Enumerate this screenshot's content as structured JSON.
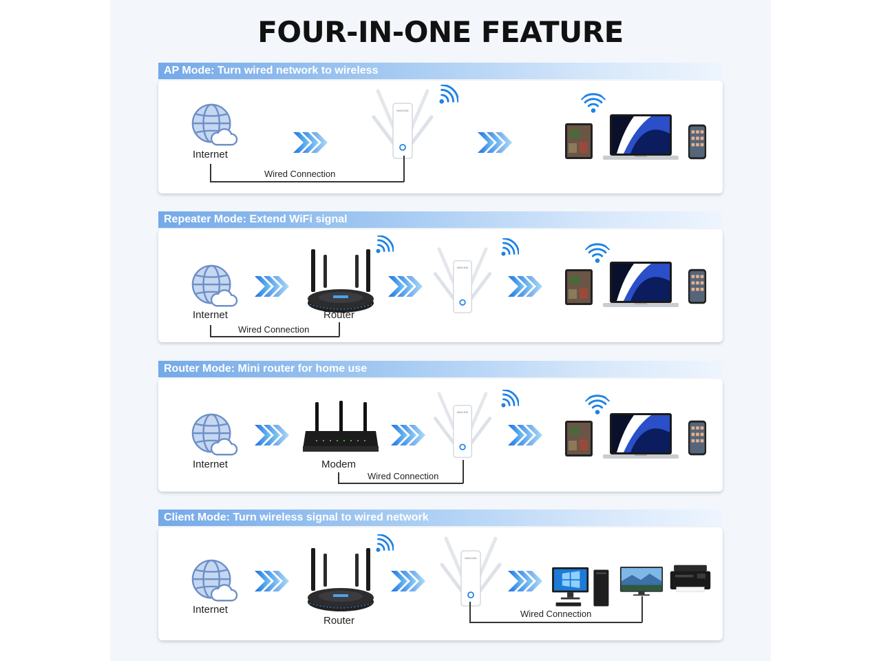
{
  "title": "FOUR-IN-ONE FEATURE",
  "colors": {
    "accent": "#1e82e6",
    "band_start": "#74a9e8",
    "band_end": "#eef5fe"
  },
  "modes": [
    {
      "heading": "AP Mode: Turn wired network to wireless",
      "labels": {
        "internet": "Internet"
      },
      "wired_label": "Wired Connection",
      "icons": [
        "globe-icon",
        "arrows-icon",
        "extender-icon",
        "wifi-icon",
        "tablet-icon",
        "laptop-icon",
        "phone-icon"
      ]
    },
    {
      "heading": "Repeater Mode: Extend WiFi signal",
      "labels": {
        "internet": "Internet",
        "router": "Router"
      },
      "wired_label": "Wired Connection",
      "icons": [
        "globe-icon",
        "arrows-icon",
        "router-icon",
        "wifi-icon",
        "extender-icon",
        "tablet-icon",
        "laptop-icon",
        "phone-icon"
      ]
    },
    {
      "heading": "Router Mode: Mini router for home use",
      "labels": {
        "internet": "Internet",
        "modem": "Modem"
      },
      "wired_label": "Wired Connection",
      "icons": [
        "globe-icon",
        "arrows-icon",
        "modem-icon",
        "extender-icon",
        "wifi-icon",
        "tablet-icon",
        "laptop-icon",
        "phone-icon"
      ]
    },
    {
      "heading": "Client Mode: Turn wireless signal to wired network",
      "labels": {
        "internet": "Internet",
        "router": "Router"
      },
      "wired_label": "Wired Connection",
      "icons": [
        "globe-icon",
        "arrows-icon",
        "router-icon",
        "wifi-icon",
        "extender-icon",
        "desktop-icon",
        "tv-icon",
        "printer-icon"
      ]
    }
  ]
}
